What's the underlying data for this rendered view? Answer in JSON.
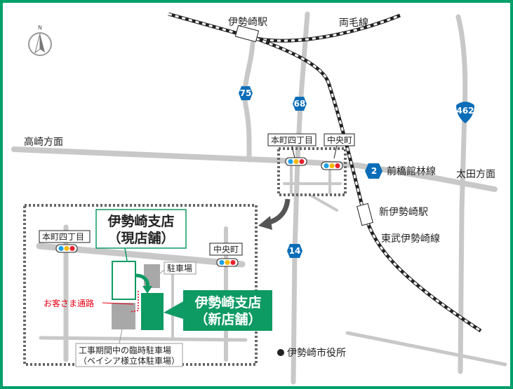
{
  "colors": {
    "frame": "#00a06a",
    "road": "#c8c8c8",
    "route_badge": "#0a6db8",
    "store_green": "#0e9a63",
    "rail_dark": "#222222",
    "signal_blue": "#18a0e8",
    "signal_yellow": "#f5b800",
    "signal_red": "#e8202a",
    "guide_red": "#e60012"
  },
  "compass": {
    "label": "N"
  },
  "stations": {
    "isesaki": "伊勢崎駅",
    "shin_isesaki": "新伊勢崎駅"
  },
  "lines": {
    "ryomo": "両毛線",
    "tobu": "東武伊勢崎線",
    "route2": "前橋館林線"
  },
  "routes": {
    "r75": "75",
    "r68": "68",
    "r462": "462",
    "r2": "2",
    "r14": "14"
  },
  "directions": {
    "takasaki": "高崎方面",
    "ota": "太田方面"
  },
  "intersections": {
    "honcho": "本町四丁目",
    "chuo": "中央町"
  },
  "landmarks": {
    "city_hall": "伊勢崎市役所",
    "parking": "駐車場"
  },
  "stores": {
    "current": {
      "line1": "伊勢崎支店",
      "line2": "（現店舗）"
    },
    "new": {
      "line1": "伊勢崎支店",
      "line2": "（新店舗）"
    }
  },
  "customer_path": "お客さま通路",
  "temp_parking": {
    "line1": "工事期間中の臨時駐車場",
    "line2": "（ベイシア様立体駐車場）"
  }
}
